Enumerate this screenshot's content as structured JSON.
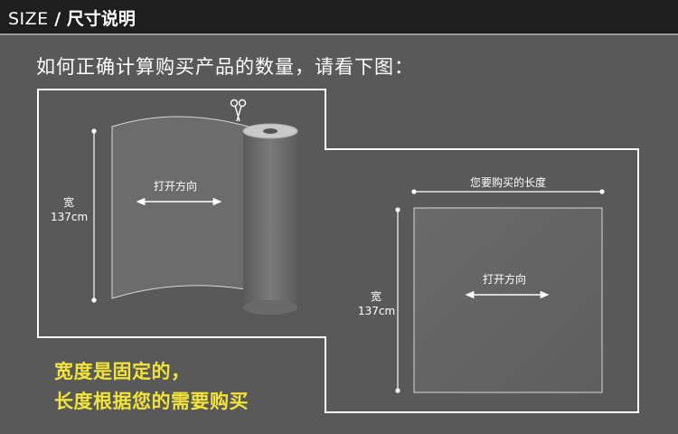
{
  "header": {
    "title_en": "SIZE",
    "separator": " / ",
    "title_cn": "尺寸说明"
  },
  "instruction": "如何正确计算购买产品的数量，请看下图：",
  "roll_figure": {
    "open_direction": "打开方向",
    "width_label": "宽",
    "width_value": "137cm"
  },
  "sheet_figure": {
    "length_label": "您要购买的长度",
    "open_direction": "打开方向",
    "width_label": "宽",
    "width_value": "137cm"
  },
  "note": {
    "line1": "宽度是固定的，",
    "line2": "长度根据您的需要购买"
  },
  "colors": {
    "background": "#595959",
    "header_bg": "#1e1e1e",
    "note_text": "#f2e33a",
    "outline": "#ffffff"
  },
  "icons": [
    "scissors-icon"
  ]
}
